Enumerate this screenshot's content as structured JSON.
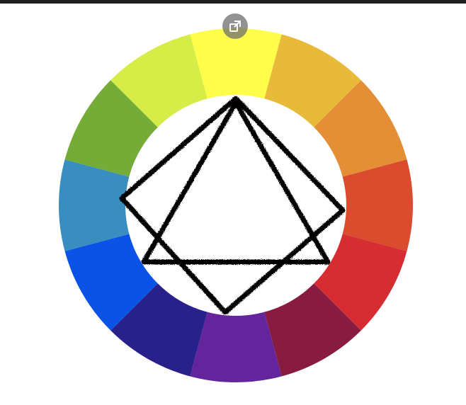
{
  "topbar": {
    "color": "#1f1f1f"
  },
  "open_button": {
    "icon": "open-external-icon"
  },
  "color_wheel": {
    "segments": [
      {
        "name": "yellow",
        "color": "#fdfd4a"
      },
      {
        "name": "yellow-orange",
        "color": "#e9b93a"
      },
      {
        "name": "orange",
        "color": "#e48e36"
      },
      {
        "name": "red-orange",
        "color": "#db4b2e"
      },
      {
        "name": "red",
        "color": "#d62d33"
      },
      {
        "name": "red-violet",
        "color": "#871b40"
      },
      {
        "name": "violet",
        "color": "#63249c"
      },
      {
        "name": "blue-violet",
        "color": "#28208b"
      },
      {
        "name": "blue",
        "color": "#0b52e6"
      },
      {
        "name": "blue-green",
        "color": "#3a8ebf"
      },
      {
        "name": "green",
        "color": "#75ac38"
      },
      {
        "name": "yellow-green",
        "color": "#d6ec47"
      }
    ],
    "sketch_color": "#000000"
  }
}
